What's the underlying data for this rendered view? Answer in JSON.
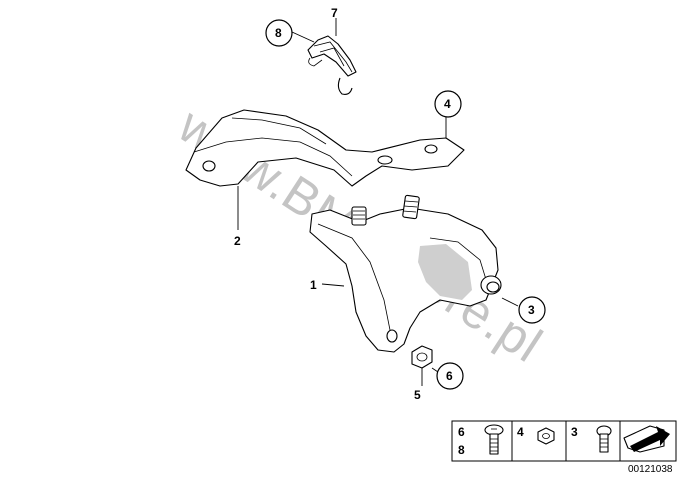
{
  "watermark": "www.BMWstore.pl",
  "callouts": {
    "c1": "1",
    "c2": "2",
    "c3": "3",
    "c4": "4",
    "c5": "5",
    "c6": "6",
    "c7": "7",
    "c8": "8"
  },
  "legend_table": {
    "cell1_top": "6",
    "cell1_bottom": "8",
    "cell2": "4",
    "cell3": "3"
  },
  "diagram_code": "00121038"
}
